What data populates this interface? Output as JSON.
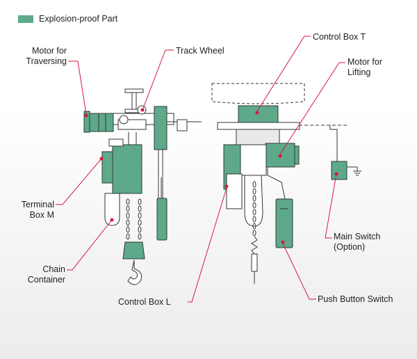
{
  "legend": {
    "label": "Explosion-proof Part",
    "color": "#5ea98a"
  },
  "labels": {
    "motor_traversing": [
      "Motor for",
      "Traversing"
    ],
    "track_wheel": "Track Wheel",
    "control_box_t": "Control Box T",
    "motor_lifting": [
      "Motor for",
      "Lifting"
    ],
    "terminal_box_m": [
      "Terminal",
      "Box M"
    ],
    "chain_container": [
      "Chain",
      "Container"
    ],
    "control_box_l": "Control Box L",
    "main_switch": [
      "Main Switch",
      "(Option)"
    ],
    "push_button_switch": "Push Button Switch"
  },
  "colors": {
    "leader": "#d6193a",
    "part_green": "#5ea98a",
    "outline": "#333333"
  }
}
